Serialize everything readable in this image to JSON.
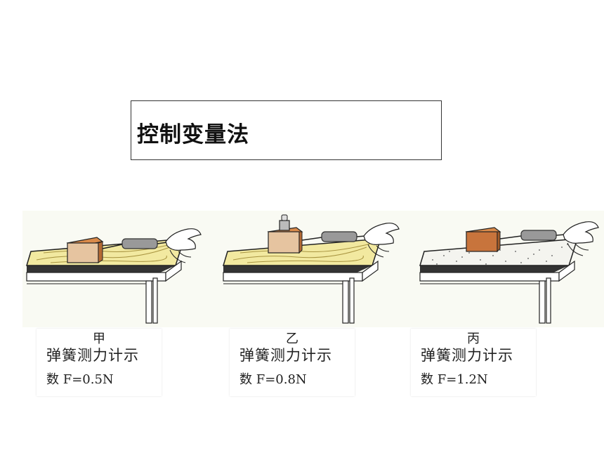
{
  "title": "控制变量法",
  "experiments": [
    {
      "label": "甲",
      "text_line1": "弹簧测力计示",
      "text_line2": "数 F=0.5N",
      "surface": "wood",
      "weight_added": false
    },
    {
      "label": "乙",
      "text_line1": "弹簧测力计示",
      "text_line2": "数 F=0.8N",
      "surface": "wood",
      "weight_added": true
    },
    {
      "label": "丙",
      "text_line1": "弹簧测力计示",
      "text_line2": "数 F=1.2N",
      "surface": "sand",
      "weight_added": false
    }
  ],
  "colors": {
    "wood": "#f2e9a0",
    "block": "#c8743c",
    "spring_scale": "#8a8a8a",
    "table": "#ffffff"
  }
}
